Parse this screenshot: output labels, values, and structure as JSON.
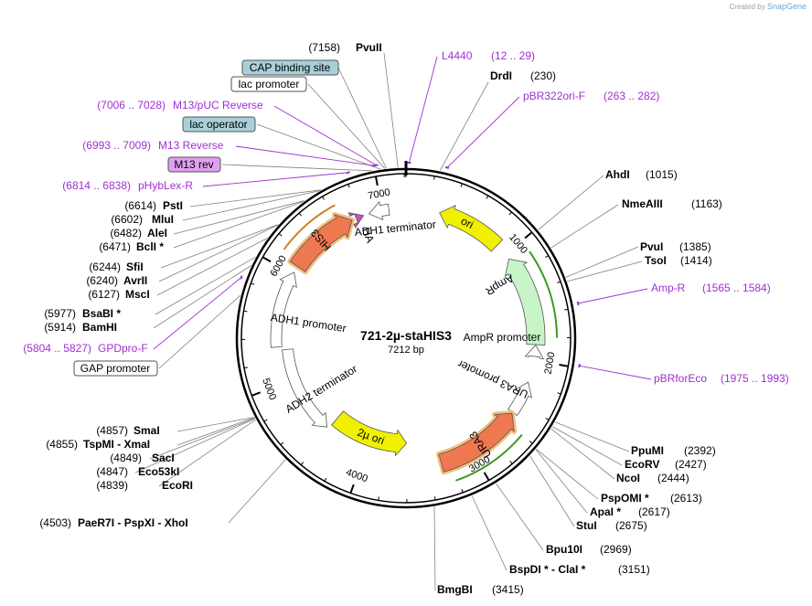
{
  "credit": {
    "prefix": "Created by",
    "brand": "SnapGene"
  },
  "plasmid": {
    "name": "721-2µ-staHIS3",
    "size_label": "7212 bp",
    "length": 7212
  },
  "ticks": [
    "1000",
    "2000",
    "3000",
    "4000",
    "5000",
    "6000",
    "7000"
  ],
  "enzymes": [
    {
      "name": "PvuII",
      "coord": "(7158)"
    },
    {
      "name": "DrdI",
      "coord": "(230)"
    },
    {
      "name": "AhdI",
      "coord": "(1015)"
    },
    {
      "name": "NmeAIII",
      "coord": "(1163)"
    },
    {
      "name": "PvuI",
      "coord": "(1385)"
    },
    {
      "name": "TsoI",
      "coord": "(1414)"
    },
    {
      "name": "PpuMI",
      "coord": "(2392)"
    },
    {
      "name": "EcoRV",
      "coord": "(2427)"
    },
    {
      "name": "NcoI",
      "coord": "(2444)"
    },
    {
      "name": "PspOMI *",
      "coord": "(2613)"
    },
    {
      "name": "ApaI *",
      "coord": "(2617)"
    },
    {
      "name": "StuI",
      "coord": "(2675)"
    },
    {
      "name": "Bpu10I",
      "coord": "(2969)"
    },
    {
      "name": "BspDI *  -  ClaI *",
      "coord": "(3151)"
    },
    {
      "name": "BmgBI",
      "coord": "(3415)"
    },
    {
      "name": "PaeR7I  -  PspXI  -  XhoI",
      "coord": "(4503)"
    },
    {
      "name": "EcoRI",
      "coord": "(4839)"
    },
    {
      "name": "Eco53kI",
      "coord": "(4847)"
    },
    {
      "name": "SacI",
      "coord": "(4849)"
    },
    {
      "name": "TspMI  -  XmaI",
      "coord": "(4855)"
    },
    {
      "name": "SmaI",
      "coord": "(4857)"
    },
    {
      "name": "BamHI",
      "coord": "(5914)"
    },
    {
      "name": "BsaBI *",
      "coord": "(5977)"
    },
    {
      "name": "MscI",
      "coord": "(6127)"
    },
    {
      "name": "AvrII",
      "coord": "(6240)"
    },
    {
      "name": "SfiI",
      "coord": "(6244)"
    },
    {
      "name": "BclI *",
      "coord": "(6471)"
    },
    {
      "name": "AleI",
      "coord": "(6482)"
    },
    {
      "name": "MluI",
      "coord": "(6602)"
    },
    {
      "name": "PstI",
      "coord": "(6614)"
    }
  ],
  "primers": [
    {
      "name": "L4440",
      "range": "(12 .. 29)"
    },
    {
      "name": "pBR322ori-F",
      "range": "(263 .. 282)"
    },
    {
      "name": "Amp-R",
      "range": "(1565 .. 1584)"
    },
    {
      "name": "pBRforEco",
      "range": "(1975 .. 1993)"
    },
    {
      "name": "GPDpro-F",
      "range": "(5804 .. 5827)"
    },
    {
      "name": "pHybLex-R",
      "range": "(6814 .. 6838)"
    },
    {
      "name": "M13 Reverse",
      "range": "(6993 .. 7009)"
    },
    {
      "name": "M13/pUC Reverse",
      "range": "(7006 .. 7028)"
    }
  ],
  "boxed_features": [
    {
      "name": "CAP binding site",
      "fill": "#a8d0d8"
    },
    {
      "name": "lac promoter",
      "fill": "#ffffff"
    },
    {
      "name": "lac operator",
      "fill": "#a8d0d8"
    },
    {
      "name": "M13 rev",
      "fill": "#e0a0f0"
    },
    {
      "name": "GAP promoter",
      "fill": "#ffffff"
    }
  ],
  "map_features": [
    {
      "name": "ori",
      "color": "#f0f000"
    },
    {
      "name": "AmpR",
      "color": "#c8f5c8"
    },
    {
      "name": "AmpR promoter",
      "color": "#ffffff"
    },
    {
      "name": "URA3 promoter",
      "color": "#ffffff"
    },
    {
      "name": "URA3",
      "color": "#f07850"
    },
    {
      "name": "2µ ori",
      "color": "#f0f000"
    },
    {
      "name": "ADH2 terminator",
      "color": "#ffffff"
    },
    {
      "name": "ADH1 promoter",
      "color": "#ffffff"
    },
    {
      "name": "HIS3",
      "color": "#f07850"
    },
    {
      "name": "HA",
      "color": "#c850c8"
    },
    {
      "name": "ADH1 terminator",
      "color": "#ffffff"
    }
  ],
  "colors": {
    "backbone": "#000000",
    "primer": "#a030d0",
    "leader": "#808080",
    "orf_glow": "#f0c080"
  }
}
